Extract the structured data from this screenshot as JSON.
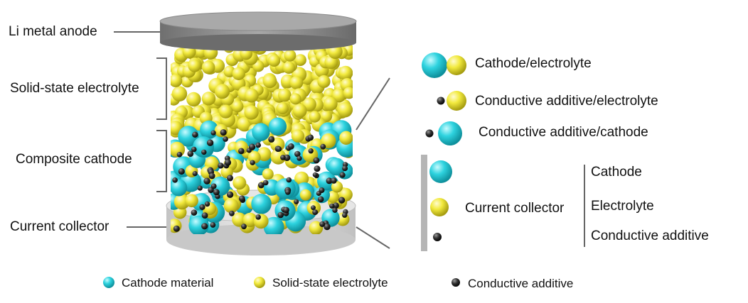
{
  "layer_labels": {
    "anode": "Li metal anode",
    "electrolyte": "Solid-state electrolyte",
    "cathode": "Composite cathode",
    "collector": "Current collector"
  },
  "interfaces": {
    "cathode_electrolyte": "Cathode/electrolyte",
    "additive_electrolyte": "Conductive additive/electrolyte",
    "additive_cathode": "Conductive additive/cathode"
  },
  "collector_group": {
    "label": "Current collector",
    "items": [
      "Cathode",
      "Electrolyte",
      "Conductive additive"
    ]
  },
  "legend": {
    "cathode": "Cathode material",
    "electrolyte": "Solid-state electrolyte",
    "additive": "Conductive additive"
  },
  "colors": {
    "cathode": "#2ec4cf",
    "electrolyte": "#e6de3a",
    "additive": "#2a2a2a",
    "anode": "#8e8e8e",
    "collector": "#d9d9d9",
    "bracket": "#666666"
  }
}
